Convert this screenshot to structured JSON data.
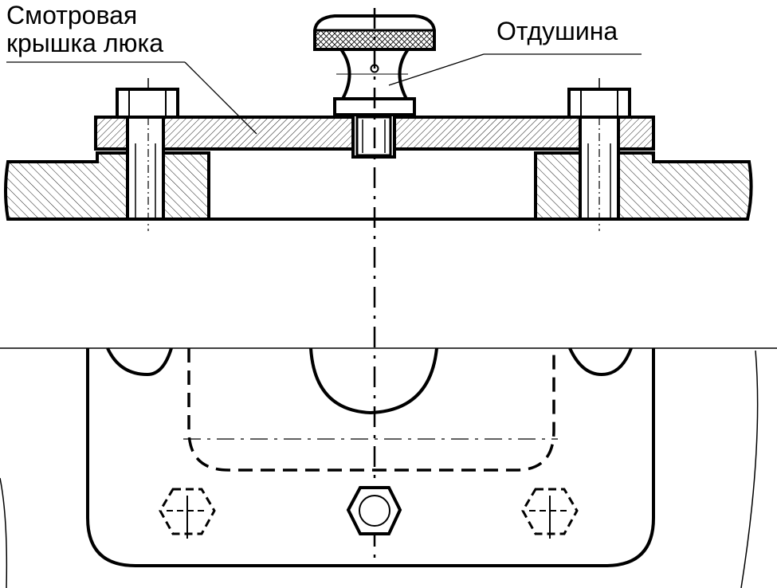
{
  "labels": {
    "inspection_cover_line1": "Смотровая",
    "inspection_cover_line2": "крышка люка",
    "vent": "Отдушина"
  }
}
